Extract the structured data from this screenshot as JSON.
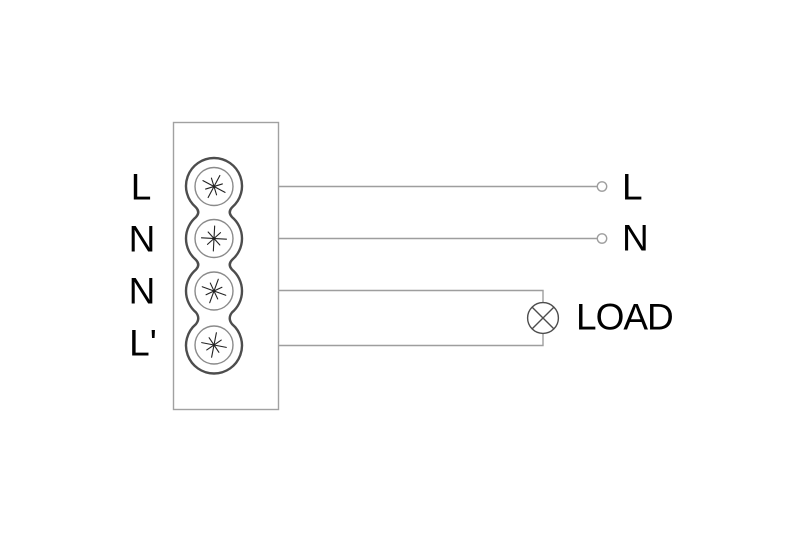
{
  "wiring_diagram": {
    "terminal_labels": [
      "L",
      "N",
      "N",
      "L'"
    ],
    "output_label_l": "L",
    "output_label_n": "N",
    "load_label": "LOAD",
    "colors": {
      "background": "#ffffff",
      "wire": "#9e9e9e",
      "block_border": "#a1a1a1",
      "strip_outline": "#4d4d4d",
      "screw_ring": "#8a8a8a",
      "screw_slot": "#222222",
      "lamp": "#4d4d4d",
      "text": "#000000"
    }
  }
}
